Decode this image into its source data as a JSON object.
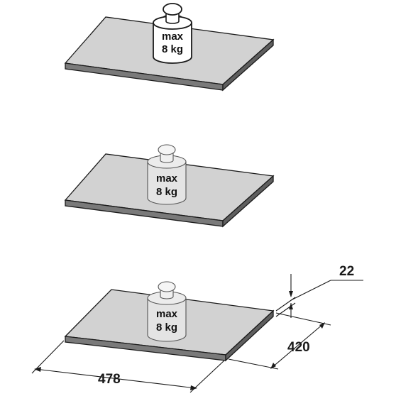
{
  "shelves": [
    {
      "weight_line1": "max",
      "weight_line2": "8 kg"
    },
    {
      "weight_line1": "max",
      "weight_line2": "8 kg"
    },
    {
      "weight_line1": "max",
      "weight_line2": "8 kg"
    }
  ],
  "dimensions": {
    "thickness": "22",
    "depth": "420",
    "width": "478"
  },
  "colors": {
    "shelf_top": "#d2d2d2",
    "shelf_edge": "#7a7a7a",
    "outline": "#1a1a1a"
  }
}
